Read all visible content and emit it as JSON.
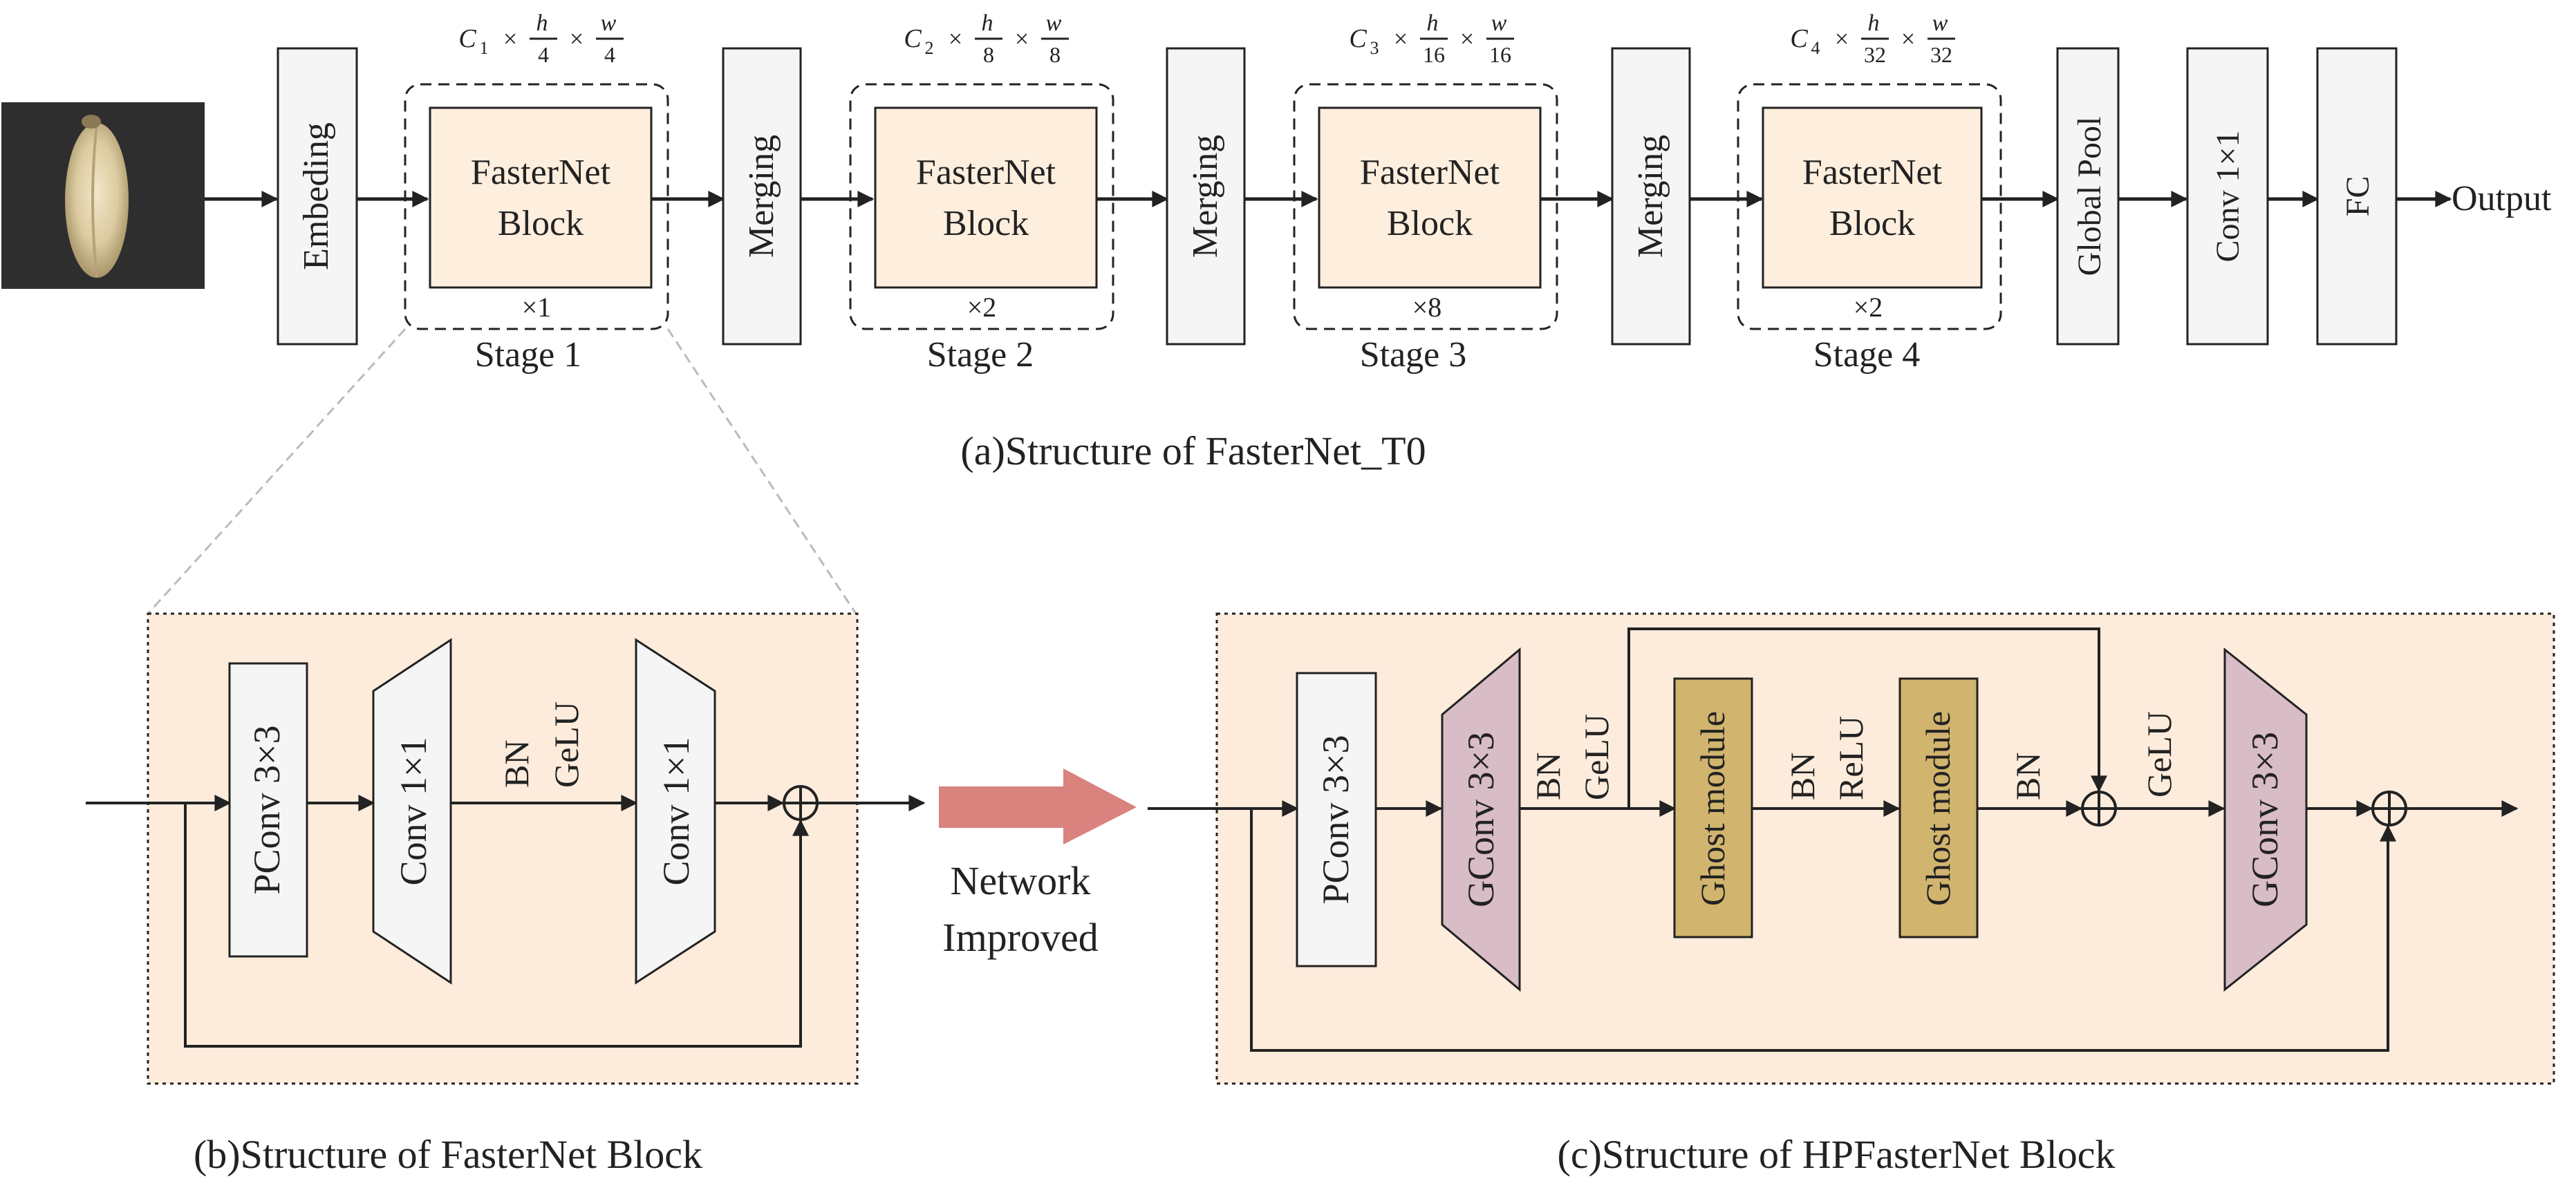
{
  "colors": {
    "block_fill": "#fdeedd",
    "gray_fill": "#f5f5f5",
    "panel_fill": "#fdecdc",
    "gconv_fill": "#d8bcc6",
    "ghost_fill": "#d1b46e",
    "arrow_fill": "#d9827e",
    "stroke": "#222222"
  },
  "top": {
    "input_image": "seed-photo",
    "embedding_label": "Embeding",
    "merging_label": "Merging",
    "block_line1": "FasterNet",
    "block_line2": "Block",
    "stages": [
      {
        "label": "Stage 1",
        "repeat": "×1",
        "channel": "C",
        "sub": "1",
        "h_den": "4",
        "w_den": "4"
      },
      {
        "label": "Stage 2",
        "repeat": "×2",
        "channel": "C",
        "sub": "2",
        "h_den": "8",
        "w_den": "8"
      },
      {
        "label": "Stage 3",
        "repeat": "×8",
        "channel": "C",
        "sub": "3",
        "h_den": "16",
        "w_den": "16"
      },
      {
        "label": "Stage 4",
        "repeat": "×2",
        "channel": "C",
        "sub": "4",
        "h_den": "32",
        "w_den": "32"
      }
    ],
    "math": {
      "times": "×",
      "h": "h",
      "w": "w"
    },
    "global_pool_label": "Global Pool",
    "conv1x1_label": "Conv 1×1",
    "fc_label": "FC",
    "output_label": "Output",
    "caption": "(a)Structure of FasterNet_T0"
  },
  "left_panel": {
    "pconv_label": "PConv 3×3",
    "conv_a_label": "Conv 1×1",
    "bn_label": "BN",
    "gelu_label": "GeLU",
    "conv_b_label": "Conv 1×1",
    "caption": "(b)Structure of FasterNet Block"
  },
  "middle": {
    "line1": "Network",
    "line2": "Improved"
  },
  "right_panel": {
    "pconv_label": "PConv 3×3",
    "gconv_a_label": "GConv 3×3",
    "bn1_label": "BN",
    "gelu1_label": "GeLU",
    "ghost1_label": "Ghost module",
    "bn2_label": "BN",
    "relu_label": "ReLU",
    "ghost2_label": "Ghost module",
    "bn3_label": "BN",
    "gelu2_label": "GeLU",
    "gconv_b_label": "GConv 3×3",
    "caption": "(c)Structure of HPFasterNet Block"
  }
}
